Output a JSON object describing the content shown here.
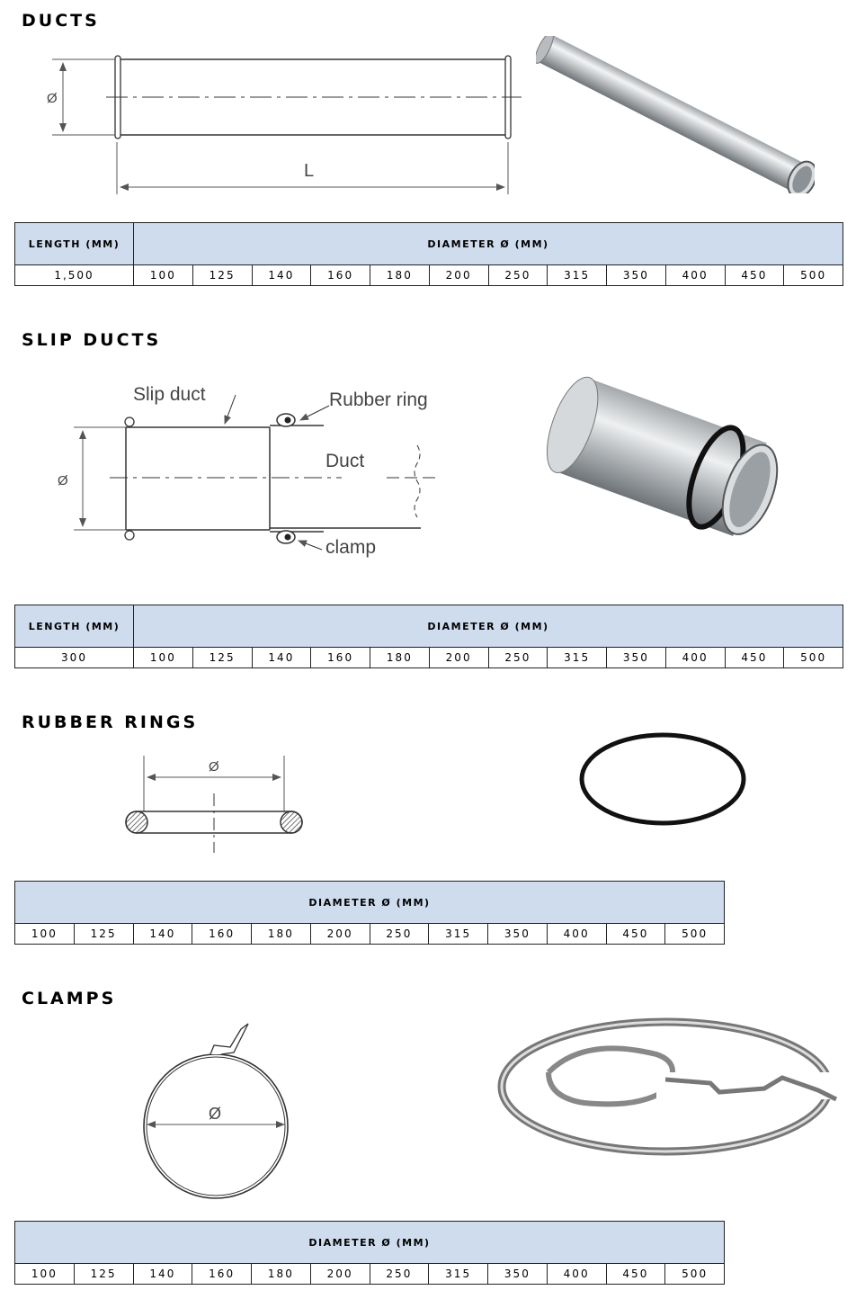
{
  "diameters": [
    "100",
    "125",
    "140",
    "160",
    "180",
    "200",
    "250",
    "315",
    "350",
    "400",
    "450",
    "500"
  ],
  "ducts": {
    "title": "DUCTS",
    "length_header": "LENGTH (MM)",
    "diameter_header": "DIAMETER Ø (MM)",
    "length_value": "1,500",
    "drawing_labels": {
      "diameter": "Ø",
      "length": "L"
    }
  },
  "slip_ducts": {
    "title": "SLIP DUCTS",
    "length_header": "LENGTH (MM)",
    "diameter_header": "DIAMETER Ø (MM)",
    "length_value": "300",
    "drawing_labels": {
      "slip_duct": "Slip duct",
      "rubber_ring": "Rubber ring",
      "duct": "Duct",
      "clamp": "clamp",
      "diameter": "Ø"
    }
  },
  "rubber_rings": {
    "title": "RUBBER RINGS",
    "diameter_header": "DIAMETER Ø (MM)",
    "drawing_labels": {
      "diameter": "Ø"
    }
  },
  "clamps": {
    "title": "CLAMPS",
    "diameter_header": "DIAMETER Ø (MM)",
    "drawing_labels": {
      "diameter": "Ø"
    }
  }
}
